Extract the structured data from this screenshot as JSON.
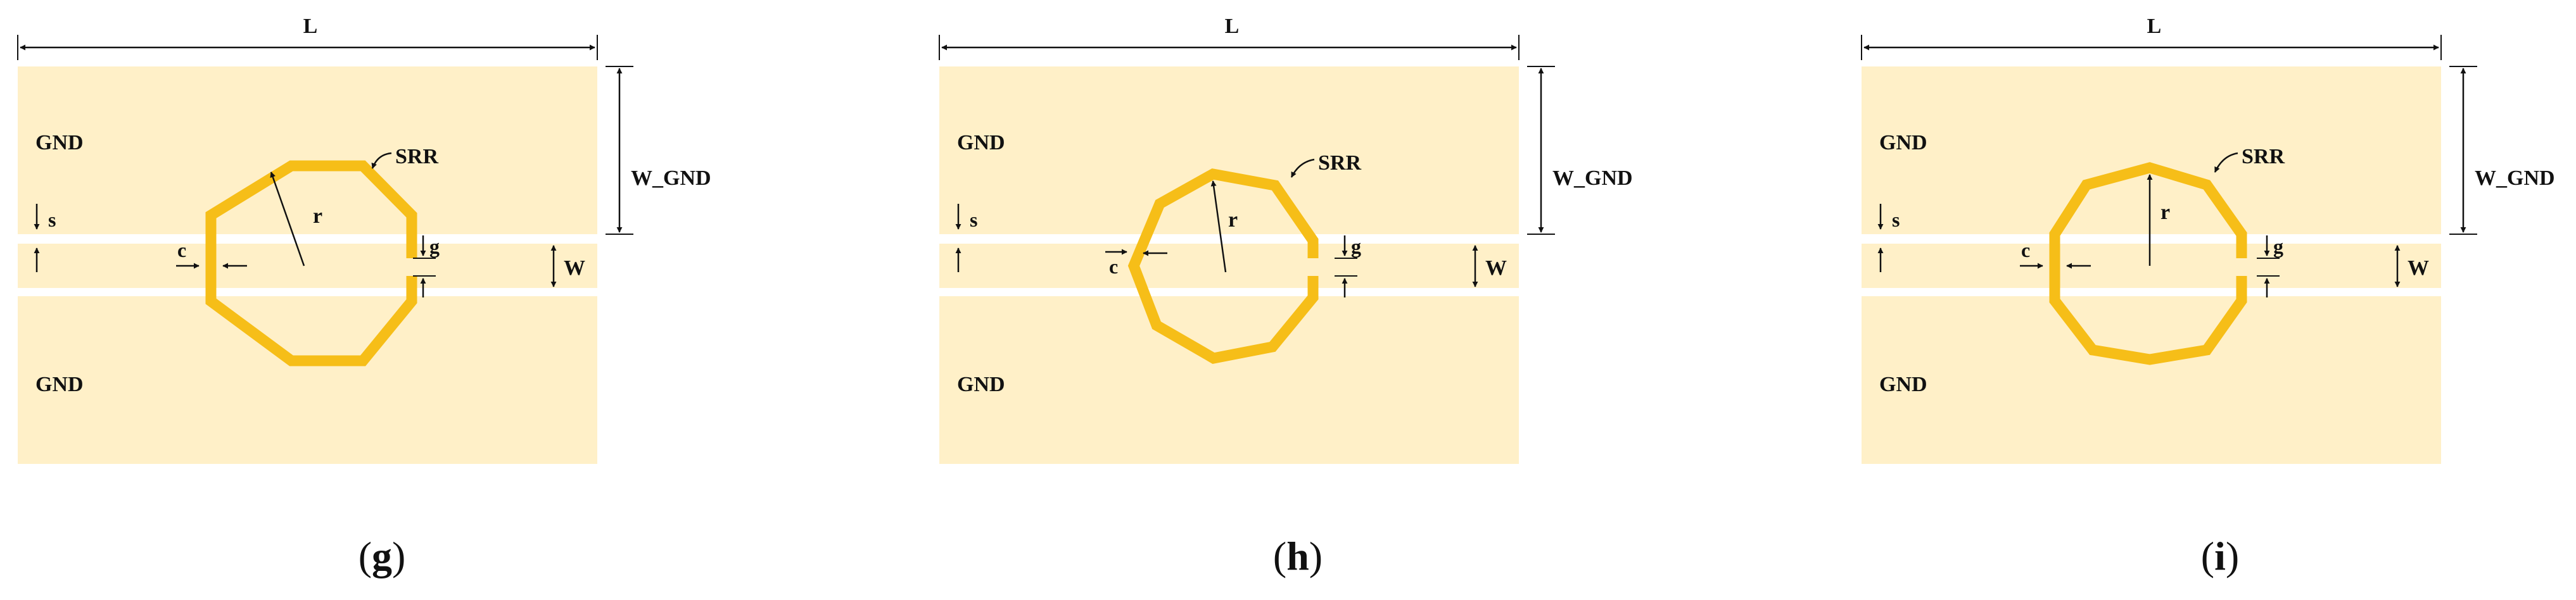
{
  "colors": {
    "substrate": "#FFF0C8",
    "gap": "#FFFFFF",
    "ring": "#F6BE18",
    "ink": "#111111"
  },
  "panels": [
    {
      "id": "g",
      "caption": "g",
      "labels": {
        "L": "L",
        "W_GND": "W_GND",
        "GND_top": "GND",
        "GND_bottom": "GND",
        "SRR": "SRR",
        "r": "r",
        "s": "s",
        "c": "c",
        "g": "g",
        "W": "W"
      },
      "ring_shape": "octagon",
      "ring_sides": 8
    },
    {
      "id": "h",
      "caption": "h",
      "labels": {
        "L": "L",
        "W_GND": "W_GND",
        "GND_top": "GND",
        "GND_bottom": "GND",
        "SRR": "SRR",
        "r": "r",
        "s": "s",
        "c": "c",
        "g": "g",
        "W": "W"
      },
      "ring_shape": "nonagon",
      "ring_sides": 9
    },
    {
      "id": "i",
      "caption": "i",
      "labels": {
        "L": "L",
        "W_GND": "W_GND",
        "GND_top": "GND",
        "GND_bottom": "GND",
        "SRR": "SRR",
        "r": "r",
        "s": "s",
        "c": "c",
        "g": "g",
        "W": "W"
      },
      "ring_shape": "decagon",
      "ring_sides": 10
    }
  ]
}
